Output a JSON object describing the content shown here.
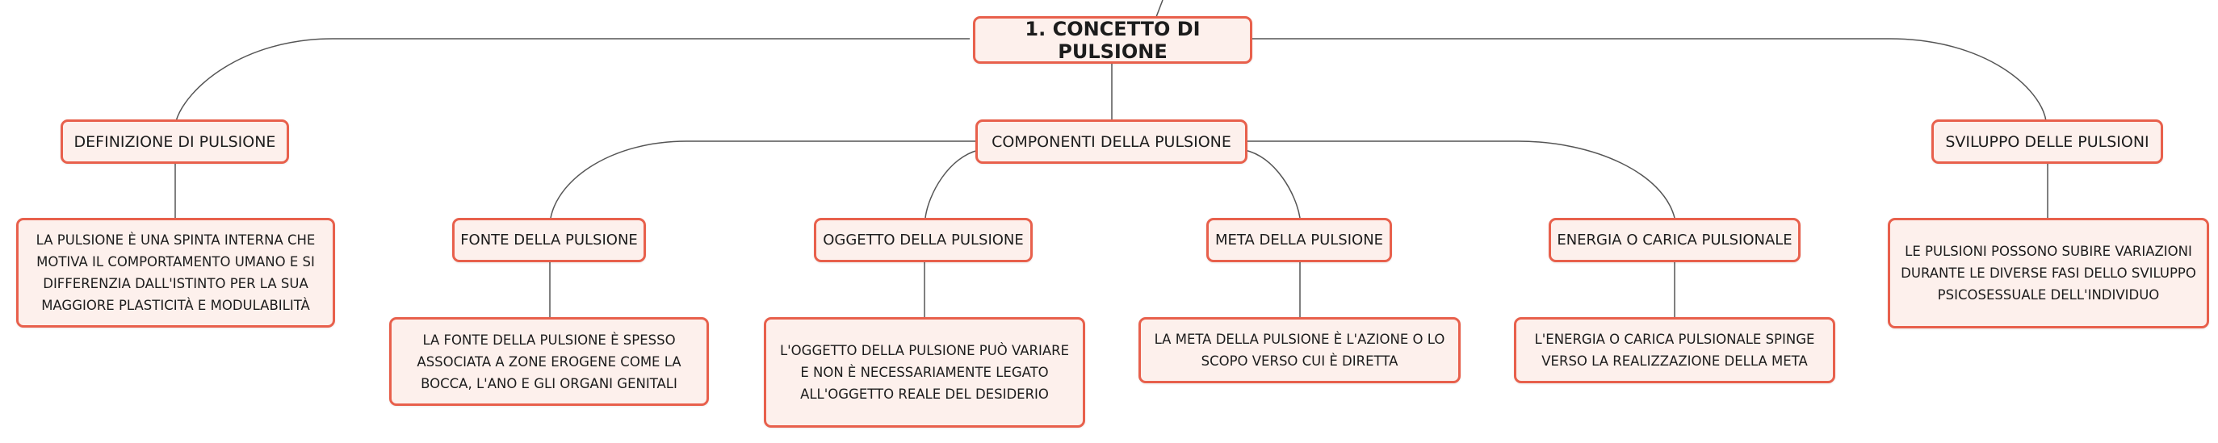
{
  "root": {
    "label": "1. CONCETTO DI PULSIONE"
  },
  "branches": {
    "definizione": {
      "label": "DEFINIZIONE DI PULSIONE",
      "description": "LA PULSIONE È UNA SPINTA INTERNA CHE MOTIVA IL COMPORTAMENTO UMANO E SI DIFFERENZIA DALL'ISTINTO PER LA SUA MAGGIORE PLASTICITÀ E MODULABILITÀ"
    },
    "componenti": {
      "label": "COMPONENTI DELLA PULSIONE",
      "fonte": {
        "label": "FONTE DELLA PULSIONE",
        "description": "LA FONTE DELLA PULSIONE È SPESSO ASSOCIATA A ZONE EROGENE COME LA BOCCA, L'ANO E GLI ORGANI GENITALI"
      },
      "oggetto": {
        "label": "OGGETTO DELLA PULSIONE",
        "description": "L'OGGETTO DELLA PULSIONE PUÒ VARIARE E NON È NECESSARIAMENTE LEGATO ALL'OGGETTO REALE DEL DESIDERIO"
      },
      "meta": {
        "label": "META DELLA PULSIONE",
        "description": "LA META DELLA PULSIONE È L'AZIONE O LO SCOPO VERSO CUI È DIRETTA"
      },
      "energia": {
        "label": "ENERGIA O CARICA PULSIONALE",
        "description": "L'ENERGIA O CARICA PULSIONALE SPINGE VERSO LA REALIZZAZIONE DELLA META"
      }
    },
    "sviluppo": {
      "label": "SVILUPPO DELLE PULSIONI",
      "description": "LE PULSIONI POSSONO SUBIRE VARIAZIONI DURANTE LE DIVERSE FASI DELLO SVILUPPO PSICOSESSUALE DELL'INDIVIDUO"
    }
  },
  "colors": {
    "node_border": "#e8604c",
    "node_fill": "#fdf0ec",
    "connector": "#555555",
    "text": "#1c1c1c"
  }
}
